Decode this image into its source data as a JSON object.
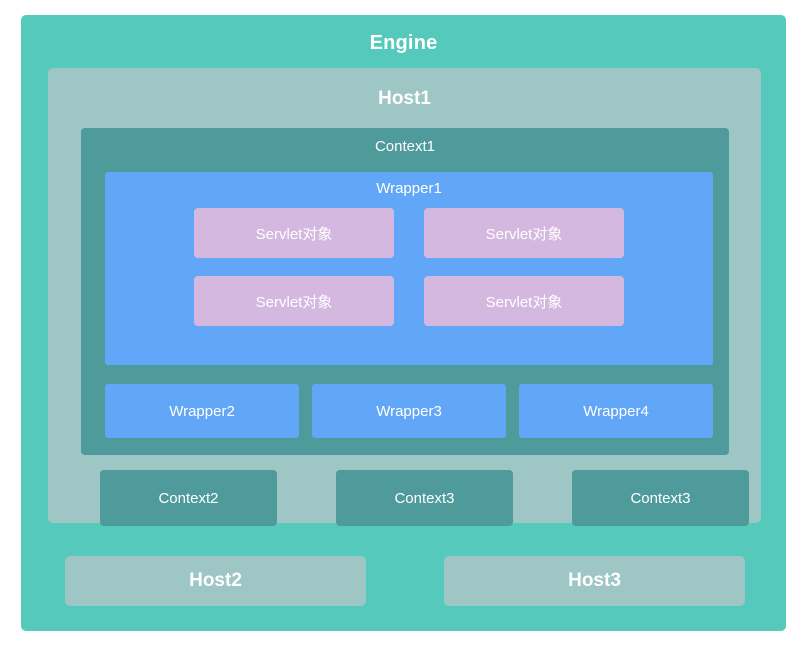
{
  "diagram": {
    "title": "Engine",
    "engine": {
      "label": "Engine",
      "color": "#55c9bb"
    },
    "host1": {
      "label": "Host1",
      "color": "#9dc6c5"
    },
    "context1": {
      "label": "Context1",
      "color": "#4f9a9a"
    },
    "wrapper1": {
      "label": "Wrapper1",
      "color": "#62a6f7"
    },
    "servlets": [
      {
        "label": "Servlet对象"
      },
      {
        "label": "Servlet对象"
      },
      {
        "label": "Servlet对象"
      },
      {
        "label": "Servlet对象"
      }
    ],
    "servlet_color": "#d5b8e0",
    "wrappers": [
      {
        "label": "Wrapper2"
      },
      {
        "label": "Wrapper3"
      },
      {
        "label": "Wrapper4"
      }
    ],
    "contexts": [
      {
        "label": "Context2"
      },
      {
        "label": "Context3"
      },
      {
        "label": "Context3"
      }
    ],
    "hosts": [
      {
        "label": "Host2"
      },
      {
        "label": "Host3"
      }
    ],
    "text_color": "#ffffff"
  }
}
